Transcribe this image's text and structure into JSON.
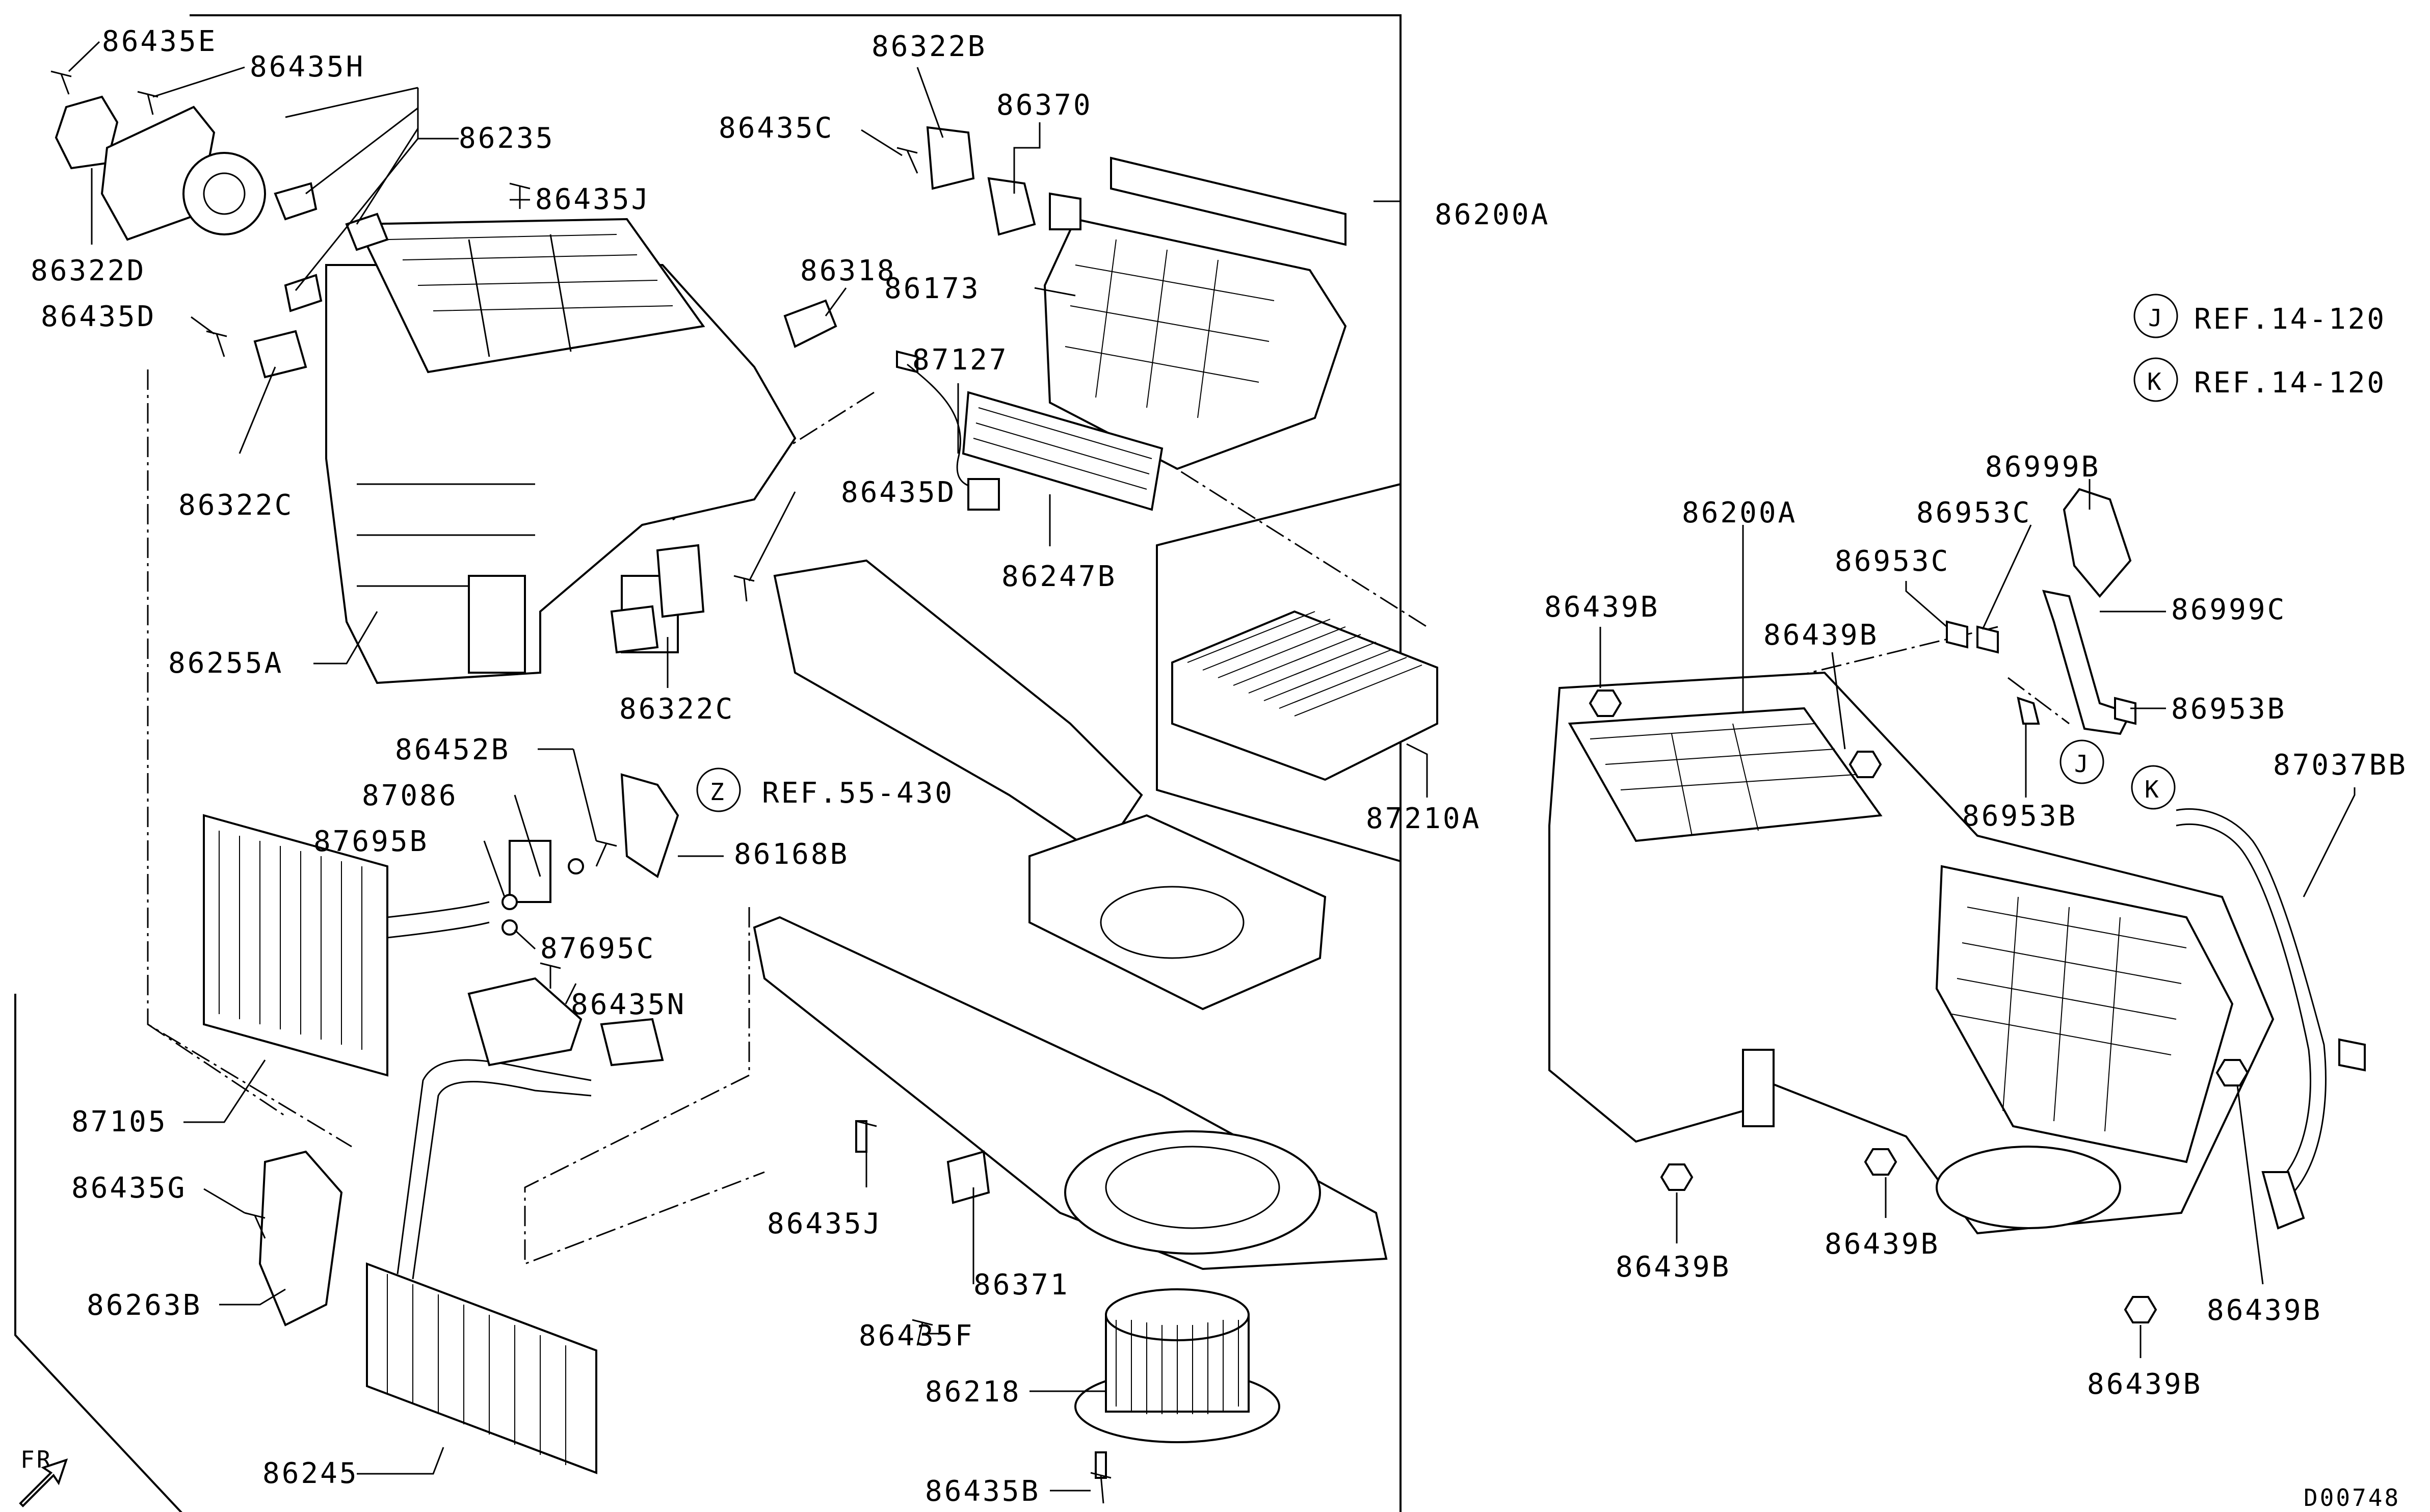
{
  "labels": {
    "p86435E": "86435E",
    "p86435H": "86435H",
    "p86235": "86235",
    "p86322D": "86322D",
    "p86435J_top": "86435J",
    "p86435D_left": "86435D",
    "p86322C_left": "86322C",
    "p86255A": "86255A",
    "p86322C_mid": "86322C",
    "p86322B": "86322B",
    "p86435C": "86435C",
    "p86370": "86370",
    "p86318": "86318",
    "p86173": "86173",
    "p86200A_top": "86200A",
    "p87127": "87127",
    "p86435D_mid": "86435D",
    "p86247B": "86247B",
    "p86452B": "86452B",
    "p87086": "87086",
    "p87695B": "87695B",
    "p87695C": "87695C",
    "p86168B": "86168B",
    "p86435N": "86435N",
    "p87105": "87105",
    "p86435G": "86435G",
    "p86263B": "86263B",
    "p86245": "86245",
    "p86435J_bot": "86435J",
    "p86371": "86371",
    "p86435F": "86435F",
    "p86218": "86218",
    "p86435B": "86435B",
    "p87210A": "87210A",
    "p86200A_right": "86200A",
    "p86439B_1": "86439B",
    "p86439B_2": "86439B",
    "p86439B_3": "86439B",
    "p86439B_4": "86439B",
    "p86439B_5": "86439B",
    "p86439B_6": "86439B",
    "p86953C_1": "86953C",
    "p86953C_2": "86953C",
    "p86999B": "86999B",
    "p86999C": "86999C",
    "p86953B_1": "86953B",
    "p86953B_2": "86953B",
    "p87037BB": "87037BB"
  },
  "references": {
    "ref_z": {
      "letter": "Z",
      "text": "REF.55-430"
    },
    "ref_j": {
      "letter": "J",
      "text": "REF.14-120"
    },
    "ref_k": {
      "letter": "K",
      "text": "REF.14-120"
    },
    "callout_j": "J",
    "callout_k": "K"
  },
  "front_indicator": "FR",
  "diagram_id": "D00748"
}
